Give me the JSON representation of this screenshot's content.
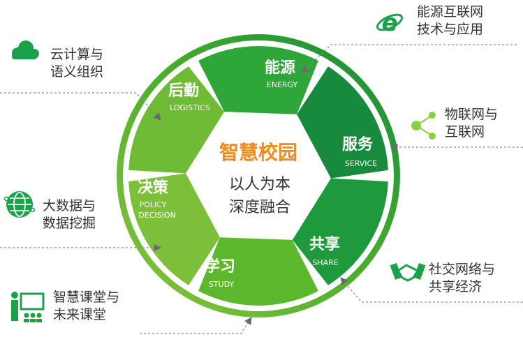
{
  "center": {
    "title": "智慧校园",
    "line1": "以人为本",
    "line2": "深度融合"
  },
  "segments": [
    {
      "cn": "能源",
      "en": [
        "ENERGY"
      ]
    },
    {
      "cn": "服务",
      "en": [
        "SERVICE"
      ]
    },
    {
      "cn": "共享",
      "en": [
        "SHARE"
      ]
    },
    {
      "cn": "学习",
      "en": [
        "STUDY"
      ]
    },
    {
      "cn": "决策",
      "en": [
        "POLICY",
        "DECISION"
      ]
    },
    {
      "cn": "后勤",
      "en": [
        "LOGISTICS"
      ]
    }
  ],
  "technologies": [
    {
      "lines": [
        "能源互联网",
        "技术与应用"
      ],
      "icon": "internet-explorer-icon"
    },
    {
      "lines": [
        "物联网与",
        "互联网"
      ],
      "icon": "network-nodes-icon"
    },
    {
      "lines": [
        "社交网络与",
        "共享经济"
      ],
      "icon": "handshake-icon"
    },
    {
      "lines": [
        "智慧课堂与",
        "未来课堂"
      ],
      "icon": "teacher-classroom-icon"
    },
    {
      "lines": [
        "大数据与",
        "数据挖掘"
      ],
      "icon": "big-data-globe-icon"
    },
    {
      "lines": [
        "云计算与",
        "语义组织"
      ],
      "icon": "cloud-icon"
    }
  ],
  "colors": {
    "ring": "#4caf2c",
    "ring_gradient": [
      "#1b8a3e",
      "#7cc440"
    ],
    "segments": [
      "#2ea638",
      "#188a3c",
      "#1e9a3c",
      "#5cb82c",
      "#7cbf38",
      "#6fbb35"
    ],
    "center_title": "#f08c1e",
    "icon_green": "#1aa14a",
    "connector": "#888888"
  }
}
